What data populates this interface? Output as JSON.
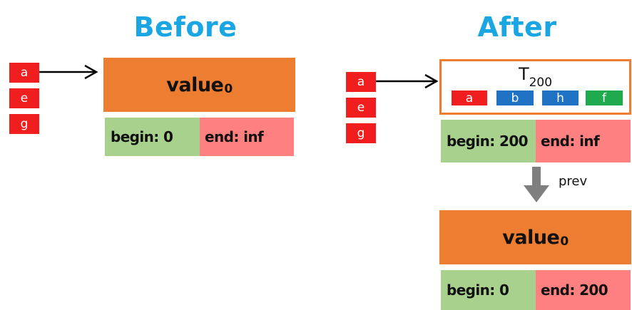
{
  "headings": {
    "before": "Before",
    "after": "After"
  },
  "before": {
    "keys": [
      "a",
      "e",
      "g"
    ],
    "value": {
      "label": "value",
      "subscript": "0"
    },
    "begin": "begin: 0",
    "end": "end: inf"
  },
  "after": {
    "keys": [
      "a",
      "e",
      "g"
    ],
    "txn": {
      "label": "T",
      "subscript": "200",
      "chips": [
        {
          "label": "a",
          "color": "#f01e1e"
        },
        {
          "label": "b",
          "color": "#1f72c4"
        },
        {
          "label": "h",
          "color": "#1f72c4"
        },
        {
          "label": "f",
          "color": "#1faa4e"
        }
      ]
    },
    "begin": "begin: 200",
    "end": "end: inf",
    "prev_label": "prev",
    "old_value": {
      "label": "value",
      "subscript": "0"
    },
    "old_begin": "begin: 0",
    "old_end": "end: 200"
  },
  "colors": {
    "heading": "#1aa6e3",
    "key": "#f01e1e",
    "value": "#ed7d31",
    "begin": "#a9d18e",
    "end": "#ff8080",
    "prev_arrow": "#7f7f7f"
  }
}
